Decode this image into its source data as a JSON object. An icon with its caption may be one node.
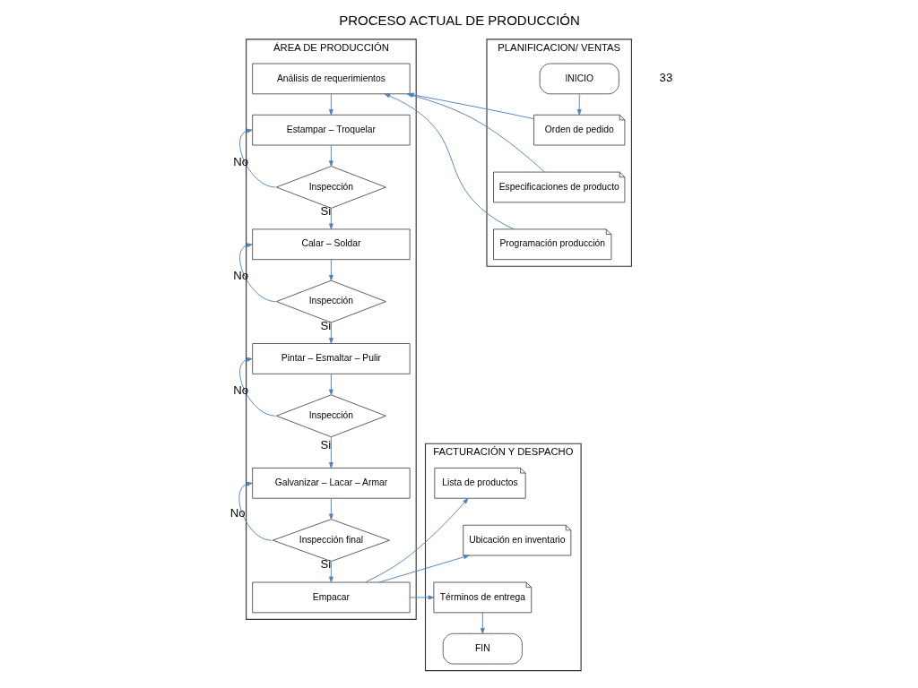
{
  "diagram": {
    "title": "PROCESO ACTUAL DE PRODUCCIÓN",
    "nodes": [
      {
        "text": [
          "PLANIFICACION/ VENTAS"
        ]
      },
      {
        "text": [
          "INICIO"
        ],
        "in": 0
      },
      {
        "text": [
          "Orden de pedido"
        ],
        "in": 0
      },
      {
        "text": [
          "Especificaciones de producto"
        ],
        "in": 0
      },
      {
        "text": [
          "Programación producción"
        ],
        "in": 0
      },
      {
        "text": [
          "ÁREA DE PRODUCCIÓN"
        ]
      },
      {
        "text": [
          "Análisis de requerimientos"
        ],
        "in": 5
      },
      {
        "text": [
          "Estampar – Troquelar"
        ],
        "in": 5
      },
      {
        "text": [
          "Inspección"
        ],
        "in": 5
      },
      {
        "text": [
          "Calar – Soldar"
        ],
        "in": 5
      },
      {
        "text": [
          "Inspección"
        ],
        "in": 5
      },
      {
        "text": [
          "Pintar – Esmaltar – Pulir"
        ],
        "in": 5
      },
      {
        "text": [
          "Inspección"
        ],
        "in": 5
      },
      {
        "text": [
          "Galvanizar – Lacar – Armar"
        ],
        "in": 5
      },
      {
        "text": [
          "Inspección final"
        ],
        "in": 5
      },
      {
        "text": [
          "Empacar"
        ],
        "in": 5
      },
      {
        "text": [
          "FACTURACIÓN Y DESPACHO"
        ]
      },
      {
        "text": [
          "Lista de productos"
        ],
        "in": 16
      },
      {
        "text": [
          "Ubicación en inventario"
        ],
        "in": 16
      },
      {
        "text": [
          "Términos de entrega"
        ],
        "in": 16
      },
      {
        "text": [
          "FIN"
        ],
        "in": 16
      }
    ],
    "edges": [
      {
        "from": 1,
        "to": 2,
        "arrow": "to"
      },
      {
        "from": 2,
        "to": 6,
        "arrow": "to"
      },
      {
        "from": 3,
        "to": 6,
        "arrow": "to"
      },
      {
        "from": 4,
        "to": 6,
        "arrow": "to"
      },
      {
        "from": 6,
        "to": 7,
        "arrow": "to"
      },
      {
        "from": 7,
        "to": 8,
        "arrow": "to"
      },
      {
        "from": 8,
        "to": 7,
        "arrow": "to",
        "label": "No"
      },
      {
        "from": 8,
        "to": 9,
        "arrow": "to",
        "label": "Si"
      },
      {
        "from": 9,
        "to": 10,
        "arrow": "to"
      },
      {
        "from": 10,
        "to": 9,
        "arrow": "to",
        "label": "No"
      },
      {
        "from": 10,
        "to": 11,
        "arrow": "to",
        "label": "Si"
      },
      {
        "from": 11,
        "to": 12,
        "arrow": "to"
      },
      {
        "from": 12,
        "to": 11,
        "arrow": "to",
        "label": "No"
      },
      {
        "from": 12,
        "to": 13,
        "arrow": "to",
        "label": "Si"
      },
      {
        "from": 13,
        "to": 14,
        "arrow": "to"
      },
      {
        "from": 14,
        "to": 13,
        "arrow": "to",
        "label": "No"
      },
      {
        "from": 14,
        "to": 15,
        "arrow": "to",
        "label": "Si"
      },
      {
        "from": 15,
        "to": 17,
        "arrow": "to"
      },
      {
        "from": 15,
        "to": 18,
        "arrow": "to"
      },
      {
        "from": 15,
        "to": 19,
        "arrow": "to"
      },
      {
        "from": 19,
        "to": 20,
        "arrow": "to"
      }
    ],
    "labels": [
      "33"
    ]
  }
}
